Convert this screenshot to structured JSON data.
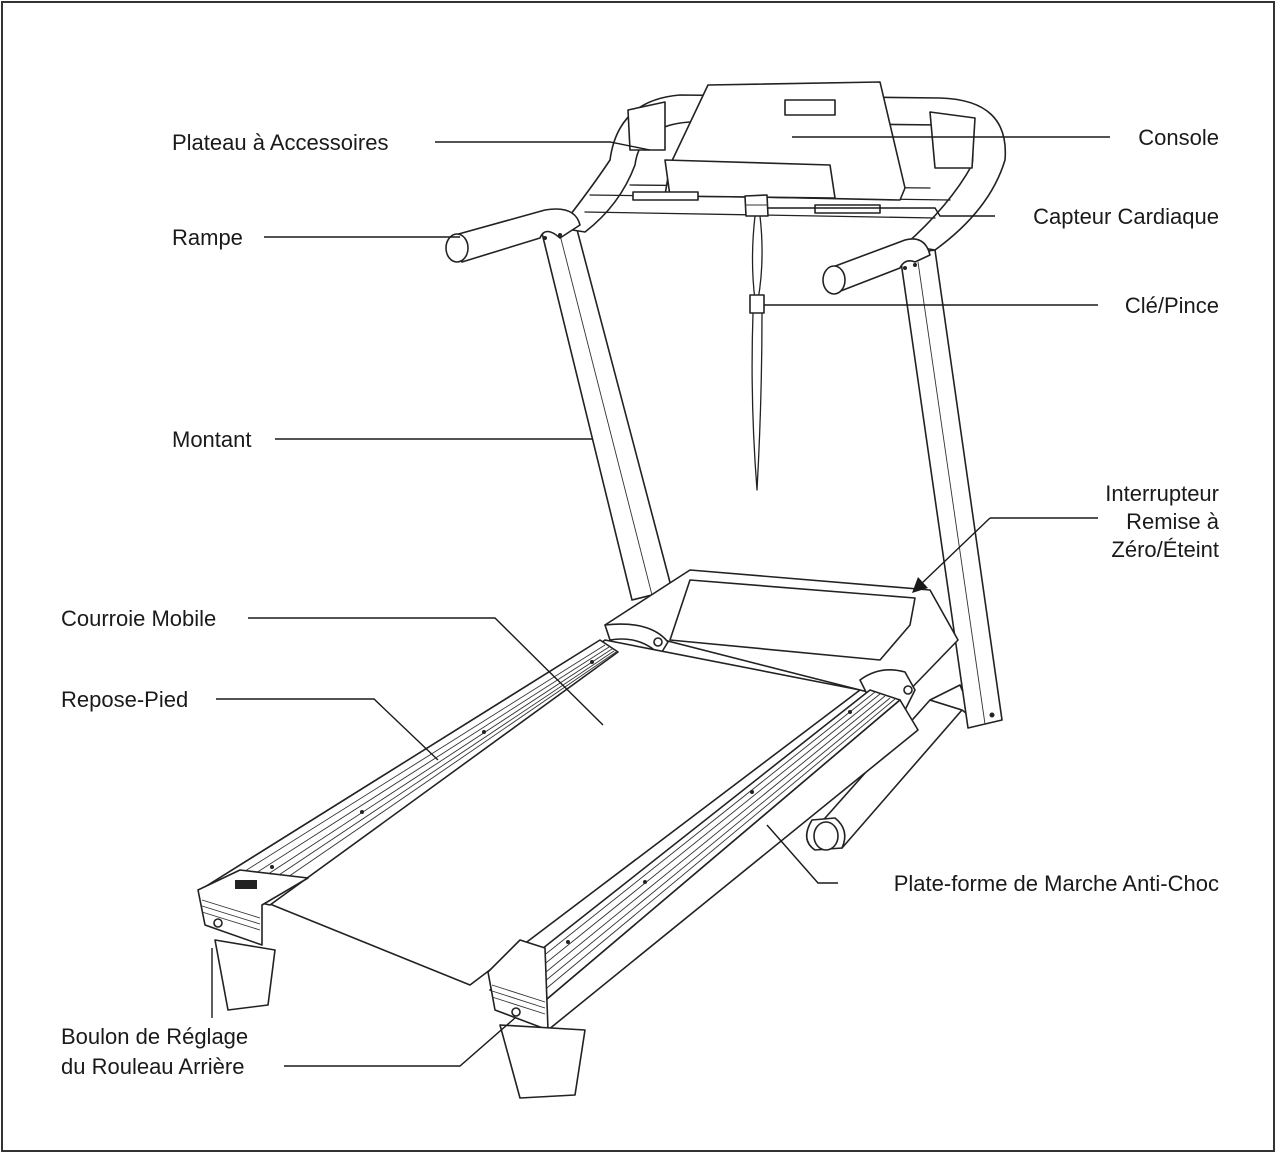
{
  "labels": {
    "accessory_tray": "Plateau à Accessoires",
    "console": "Console",
    "handrail": "Rampe",
    "pulse_sensor": "Capteur Cardiaque",
    "key_clip": "Clé/Pince",
    "upright": "Montant",
    "reset_switch_line1": "Interrupteur",
    "reset_switch_line2": "Remise à",
    "reset_switch_line3": "Zéro/Éteint",
    "walking_belt": "Courroie Mobile",
    "foot_rail": "Repose-Pied",
    "cushion_deck": "Plate-forme de Marche Anti-Choc",
    "rear_roller_line1": "Boulon de Réglage",
    "rear_roller_line2": "du Rouleau Arrière"
  }
}
